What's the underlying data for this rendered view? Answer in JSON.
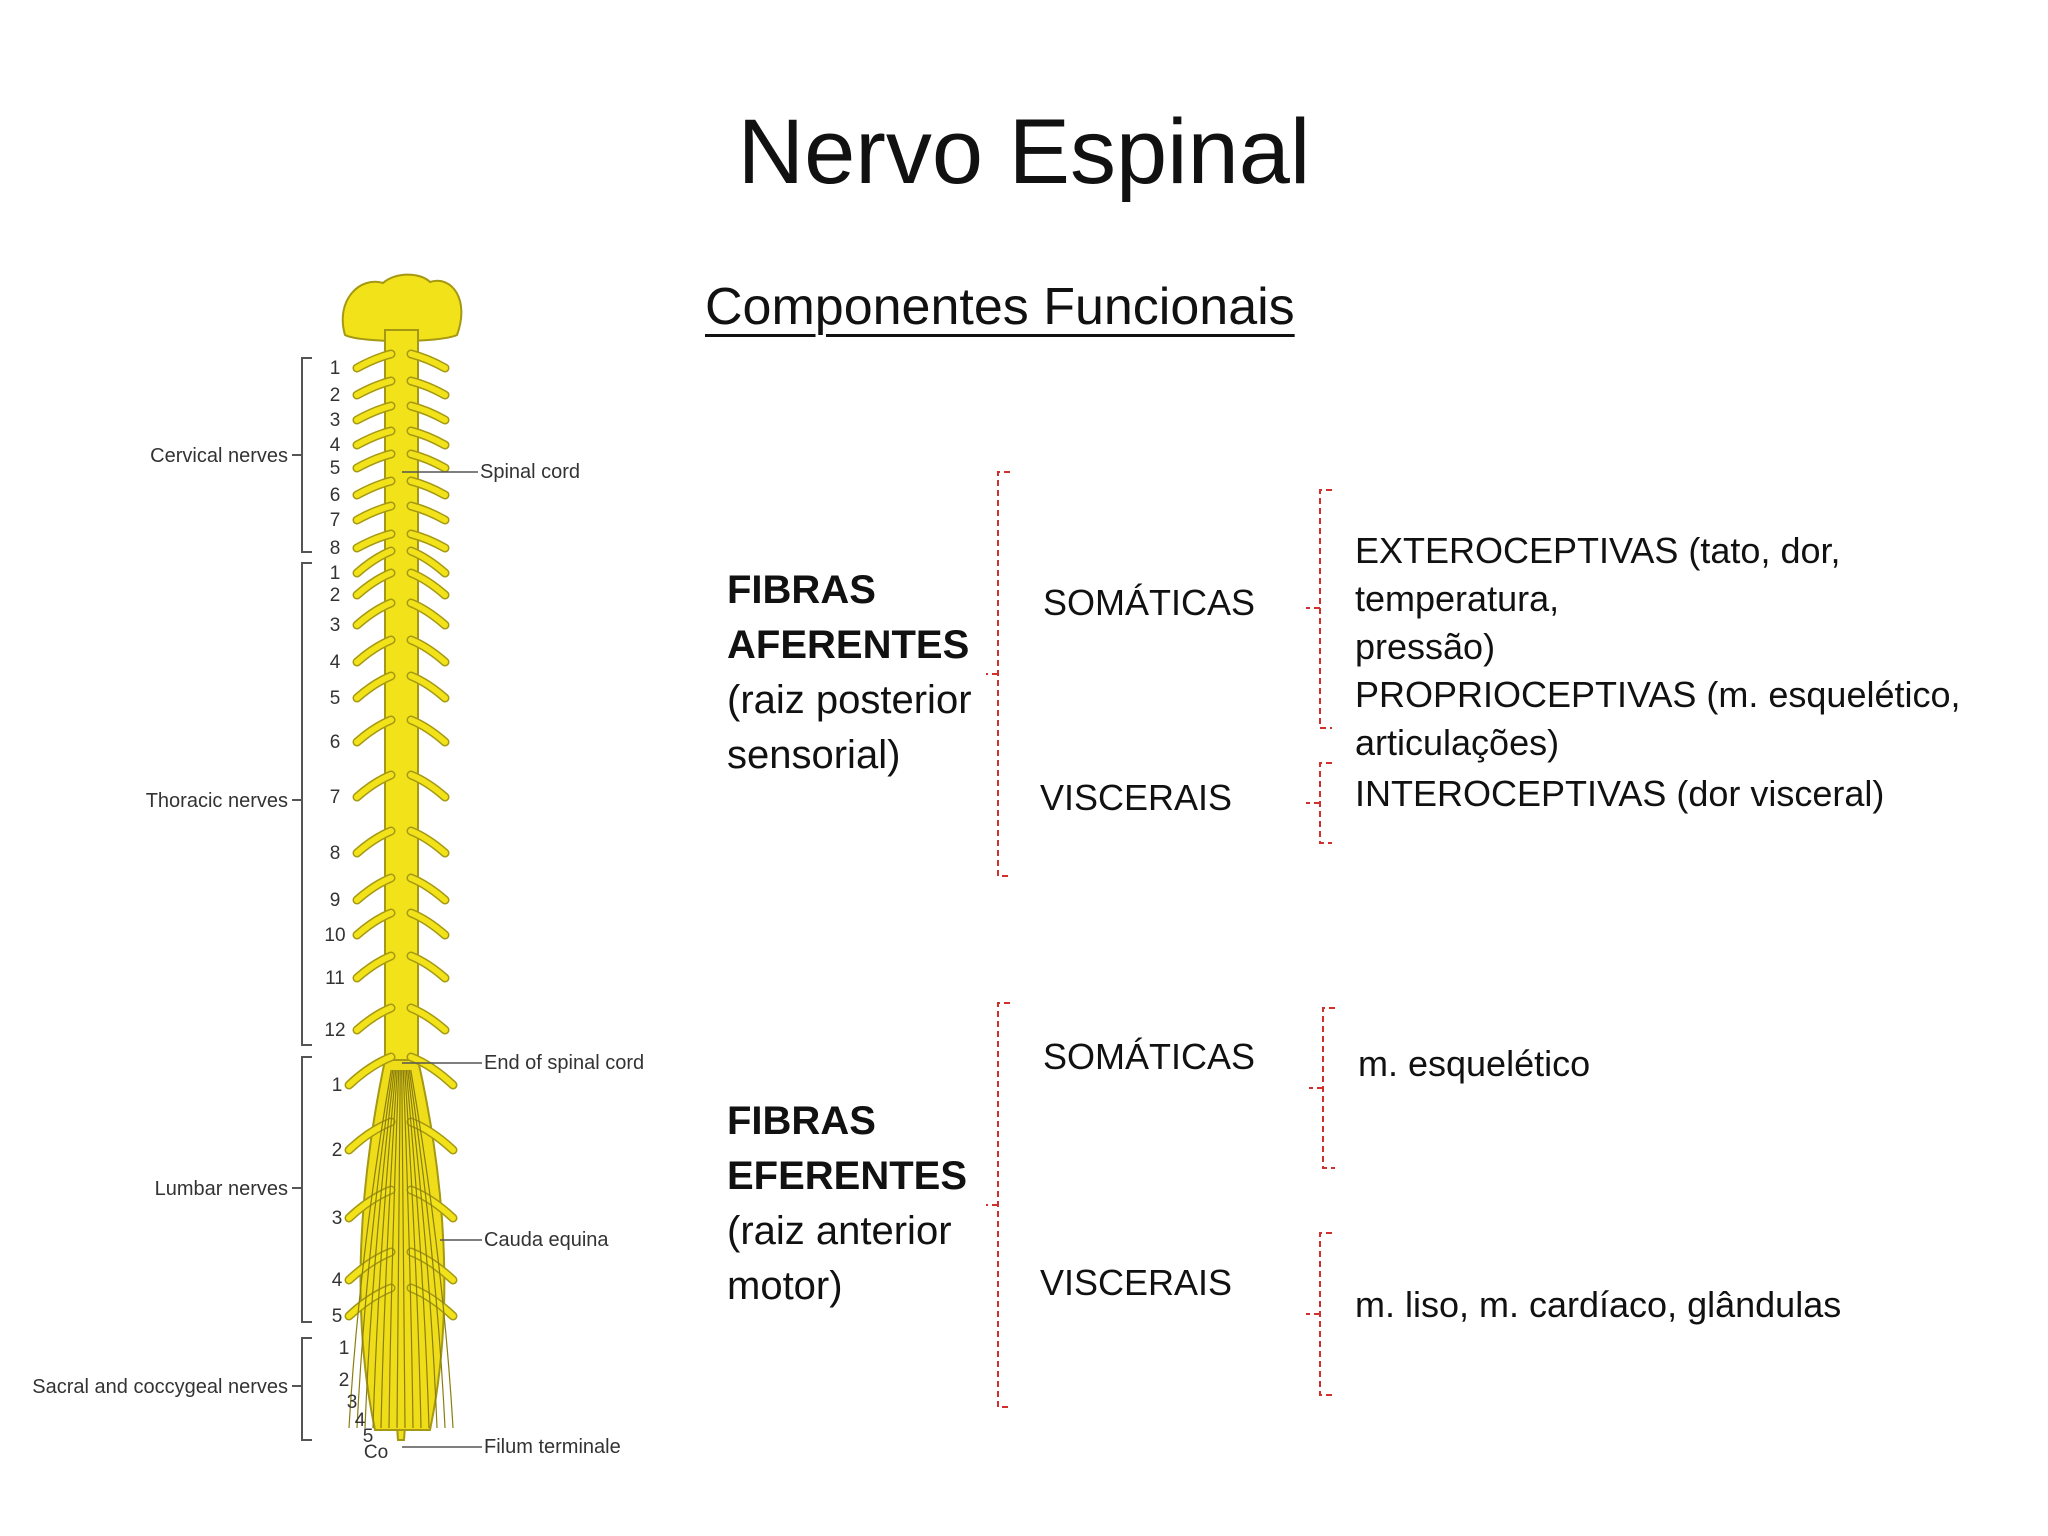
{
  "title": "Nervo Espinal",
  "subtitle": "Componentes Funcionais",
  "colors": {
    "bracket": "#d0312d",
    "cord": "#f2e21a",
    "cord_outline": "#a59812",
    "text": "#111111"
  },
  "spinal_figure": {
    "labels": {
      "cervical": "Cervical nerves",
      "thoracic": "Thoracic nerves",
      "lumbar": "Lumbar nerves",
      "sacral": "Sacral and coccygeal nerves",
      "spinal_cord": "Spinal cord",
      "end_of_cord": "End of spinal cord",
      "cauda_equina": "Cauda equina",
      "filum": "Filum terminale"
    },
    "cervical_numbers": [
      "1",
      "2",
      "3",
      "4",
      "5",
      "6",
      "7",
      "8"
    ],
    "thoracic_numbers": [
      "1",
      "2",
      "3",
      "4",
      "5",
      "6",
      "7",
      "8",
      "9",
      "10",
      "11",
      "12"
    ],
    "lumbar_numbers": [
      "1",
      "2",
      "3",
      "4",
      "5"
    ],
    "sacral_numbers": [
      "1",
      "2",
      "3",
      "4",
      "5",
      "Co"
    ]
  },
  "afferent": {
    "title_line1": "FIBRAS",
    "title_line2": "AFERENTES",
    "sub_line1": "(raiz posterior",
    "sub_line2": "sensorial)",
    "somatic_label": "SOMÁTICAS",
    "visceral_label": "VISCERAIS",
    "somatic_desc": [
      "EXTEROCEPTIVAS (tato, dor, temperatura,",
      "pressão)",
      "PROPRIOCEPTIVAS (m. esquelético,",
      "articulações)"
    ],
    "visceral_desc": "INTEROCEPTIVAS (dor visceral)"
  },
  "efferent": {
    "title_line1": "FIBRAS",
    "title_line2": "EFERENTES",
    "sub_line1": "(raiz anterior",
    "sub_line2": "motor)",
    "somatic_label": "SOMÁTICAS",
    "visceral_label": "VISCERAIS",
    "somatic_desc": "m. esquelético",
    "visceral_desc": "m. liso, m. cardíaco, glândulas"
  }
}
